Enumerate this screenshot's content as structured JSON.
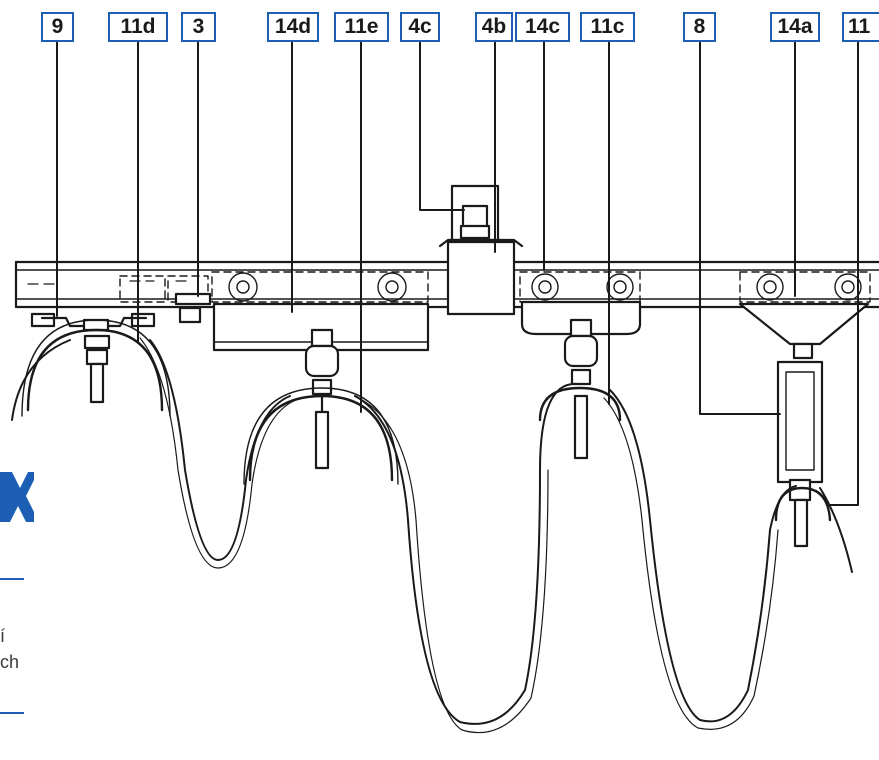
{
  "callouts": [
    {
      "id": "9",
      "text": "9"
    },
    {
      "id": "11d",
      "text": "11d"
    },
    {
      "id": "3",
      "text": "3"
    },
    {
      "id": "14d",
      "text": "14d"
    },
    {
      "id": "11e",
      "text": "11e"
    },
    {
      "id": "4c",
      "text": "4c"
    },
    {
      "id": "4b",
      "text": "4b"
    },
    {
      "id": "14c",
      "text": "14c"
    },
    {
      "id": "11c",
      "text": "11c"
    },
    {
      "id": "8",
      "text": "8"
    },
    {
      "id": "14a",
      "text": "14a"
    },
    {
      "id": "11-partial",
      "text": "11"
    }
  ],
  "side_text": {
    "line1": "í",
    "line2": "ch"
  },
  "colors": {
    "accent": "#1d5fb4",
    "line": "#1a1a1a"
  }
}
